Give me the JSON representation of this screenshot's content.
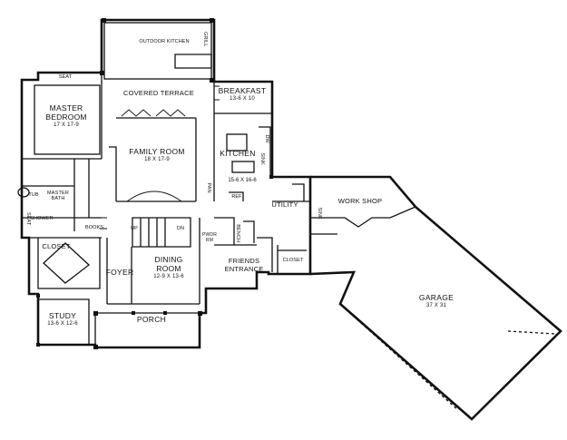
{
  "rooms": {
    "outdoor_kitchen": "OUTDOOR KITCHEN",
    "grill": "GRILL",
    "seat": "SEAT",
    "covered_terrace": "COVERED TERRACE",
    "breakfast": {
      "name": "BREAKFAST",
      "dim": "13-6 X 10"
    },
    "master_bedroom": {
      "name_line1": "MASTER",
      "name_line2": "BEDROOM",
      "dim": "17 X 17-9"
    },
    "family_room": {
      "name": "FAMILY ROOM",
      "dim": "18 X 17-9"
    },
    "kitchen": {
      "name": "KITCHEN",
      "dim": "15-6 X 16-6"
    },
    "pantry": "PAN",
    "ref": "REF",
    "dw": "DW",
    "sink_kitchen": "SINK",
    "utility": "UTILITY",
    "sink_utility": "SINK",
    "work_shop": "WORK SHOP",
    "master_bath": {
      "line1": "MASTER",
      "line2": "BATH"
    },
    "tub": "TUB",
    "shower": "SHOWER",
    "seat_bath": "SEAT",
    "closet_master": "CLOSET",
    "books": "BOOKS",
    "pwdr_rm": {
      "line1": "PWDR",
      "line2": "RM"
    },
    "bench": "BENCH",
    "friends_entrance": {
      "line1": "FRIENDS",
      "line2": "ENTRANCE"
    },
    "closet_small": "CLOSET",
    "dining_room": {
      "line1": "DINING",
      "line2": "ROOM",
      "dim": "12-9 X 13-6"
    },
    "foyer": "FOYER",
    "study": {
      "name": "STUDY",
      "dim": "13-6 X 12-6"
    },
    "porch": "PORCH",
    "garage": {
      "name": "GARAGE",
      "dim": "37 X 31"
    },
    "up": "UP",
    "dn": "DN"
  }
}
